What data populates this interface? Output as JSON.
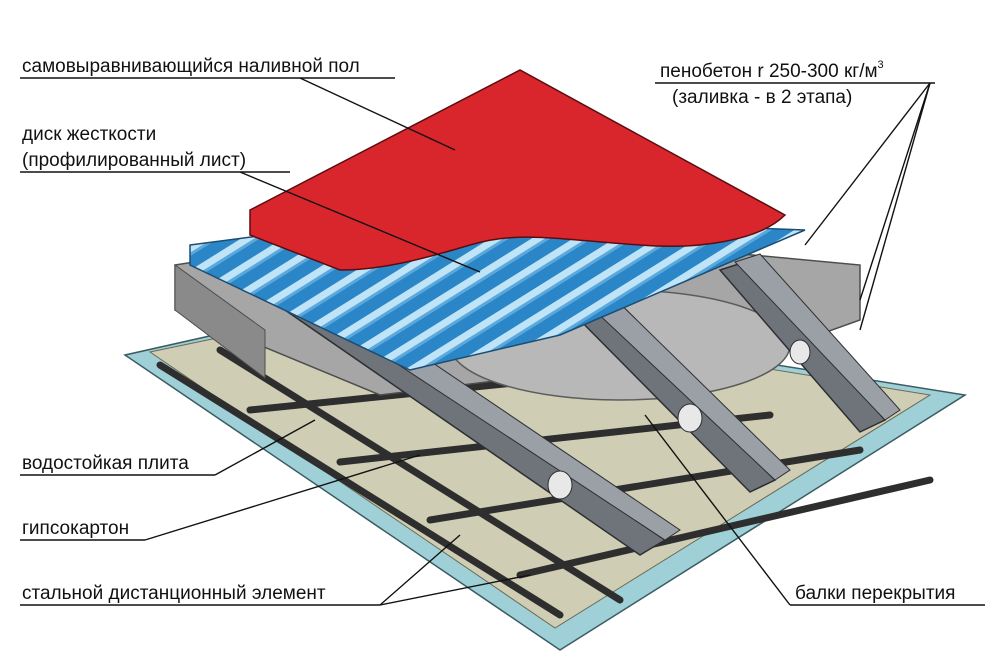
{
  "labels": {
    "self_leveling_floor": "самовыравнивающийся наливной пол",
    "stiffness_disk_line1": "диск жесткости",
    "stiffness_disk_line2": "(профилированный лист)",
    "foam_concrete_line1": "пенобетон r 250-300 кг/м",
    "foam_concrete_sup": "3",
    "foam_concrete_line2": "(заливка - в 2 этапа)",
    "waterproof_board": "водостойкая плита",
    "drywall": "гипсокартон",
    "steel_spacer": "стальной дистанционный элемент",
    "floor_beams": "балки перекрытия"
  },
  "colors": {
    "self_leveling_floor": "#d9262c",
    "profiled_sheet": "#2b86c8",
    "profiled_sheet_highlight": "#bfe3f7",
    "foam_concrete": "#a6a6a6",
    "steel_beam": "#6f747a",
    "waterproof_board": "#cfcdb4",
    "drywall_base": "#9fd0d8",
    "spacer": "#3a3a3a"
  }
}
